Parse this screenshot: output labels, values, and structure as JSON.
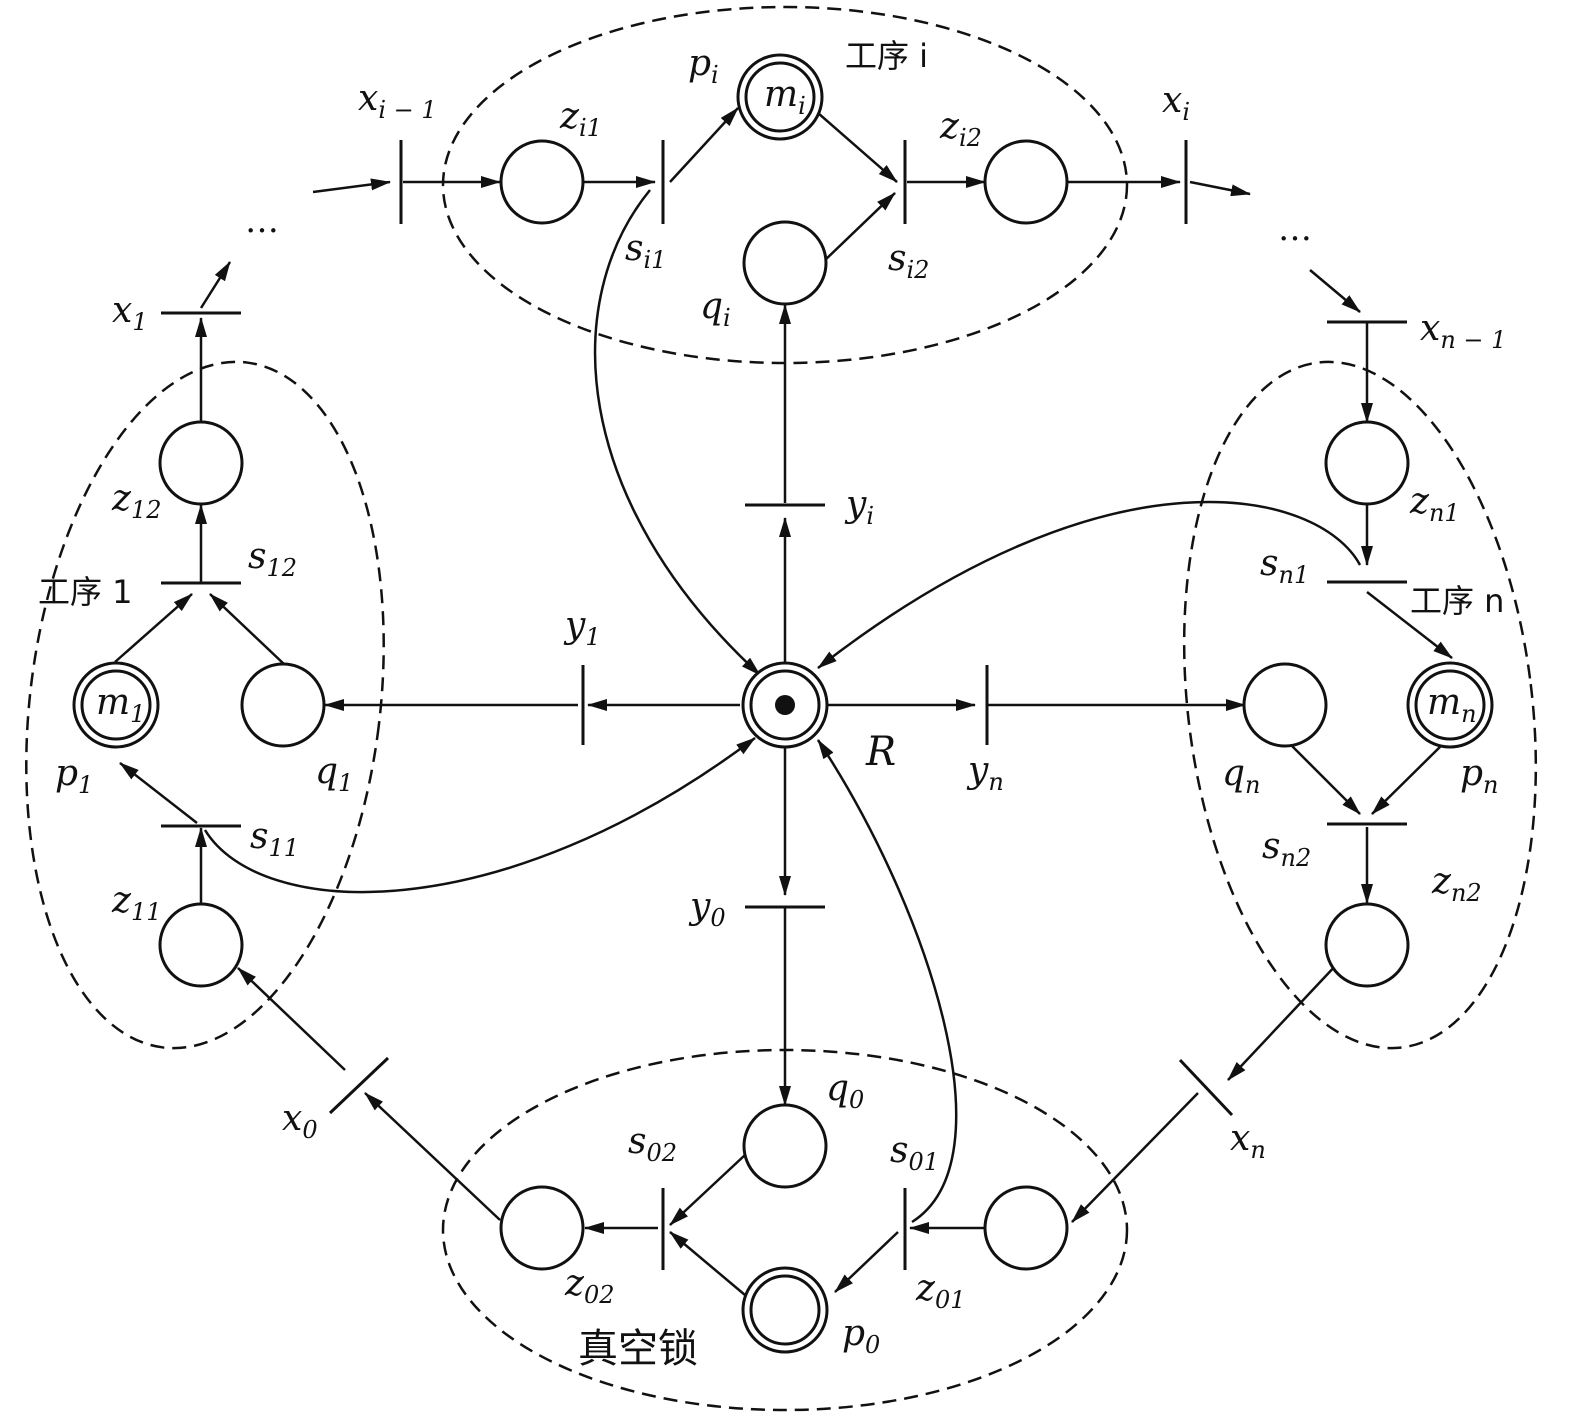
{
  "regions": {
    "process_1": "工序 1",
    "process_i": "工序 i",
    "process_n": "工序 n",
    "vacuum_lock": "真空锁"
  },
  "ellipsis": "…",
  "places": {
    "m1": {
      "main": "m",
      "sub": "1"
    },
    "mi": {
      "main": "m",
      "sub": "i"
    },
    "mn": {
      "main": "m",
      "sub": "n"
    },
    "R": {
      "main": "R",
      "sub": ""
    },
    "p1": {
      "main": "p",
      "sub": "1"
    },
    "pi": {
      "main": "p",
      "sub": "i"
    },
    "pn": {
      "main": "p",
      "sub": "n"
    },
    "p0": {
      "main": "p",
      "sub": "0"
    },
    "q1": {
      "main": "q",
      "sub": "1"
    },
    "qi": {
      "main": "q",
      "sub": "i"
    },
    "qn": {
      "main": "q",
      "sub": "n"
    },
    "q0": {
      "main": "q",
      "sub": "0"
    },
    "z11": {
      "main": "z",
      "sub": "11"
    },
    "z12": {
      "main": "z",
      "sub": "12"
    },
    "zi1": {
      "main": "z",
      "sub": "i1"
    },
    "zi2": {
      "main": "z",
      "sub": "i2"
    },
    "zn1": {
      "main": "z",
      "sub": "n1"
    },
    "zn2": {
      "main": "z",
      "sub": "n2"
    },
    "z01": {
      "main": "z",
      "sub": "01"
    },
    "z02": {
      "main": "z",
      "sub": "02"
    }
  },
  "transitions": {
    "x0": {
      "main": "x",
      "sub": "0"
    },
    "x1": {
      "main": "x",
      "sub": "1"
    },
    "xi_1": {
      "main": "x",
      "sub": "i − 1"
    },
    "xi": {
      "main": "x",
      "sub": "i"
    },
    "xn_1": {
      "main": "x",
      "sub": "n − 1"
    },
    "xn": {
      "main": "x",
      "sub": "n"
    },
    "y0": {
      "main": "y",
      "sub": "0"
    },
    "y1": {
      "main": "y",
      "sub": "1"
    },
    "yi": {
      "main": "y",
      "sub": "i"
    },
    "yn": {
      "main": "y",
      "sub": "n"
    },
    "s11": {
      "main": "s",
      "sub": "11"
    },
    "s12": {
      "main": "s",
      "sub": "12"
    },
    "si1": {
      "main": "s",
      "sub": "i1"
    },
    "si2": {
      "main": "s",
      "sub": "i2"
    },
    "sn1": {
      "main": "s",
      "sub": "n1"
    },
    "sn2": {
      "main": "s",
      "sub": "n2"
    },
    "s01": {
      "main": "s",
      "sub": "01"
    },
    "s02": {
      "main": "s",
      "sub": "02"
    }
  }
}
